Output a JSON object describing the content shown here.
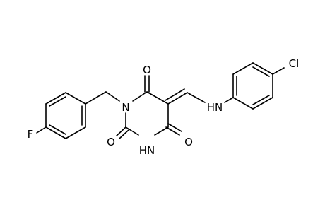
{
  "molecule": {
    "atom_labels": {
      "O_top": "O",
      "N1": "N",
      "O_c2": "O",
      "N3H": "HN",
      "O_c4": "O",
      "NH_link": "HN",
      "F": "F",
      "Cl": "Cl"
    }
  }
}
